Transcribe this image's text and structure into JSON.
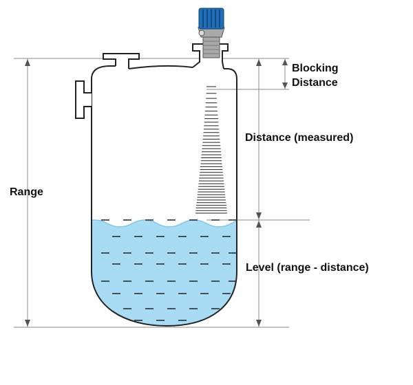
{
  "labels": {
    "range": "Range",
    "blocking_line1": "Blocking",
    "blocking_line2": "Distance",
    "distance": "Distance (measured)",
    "level": "Level (range - distance)"
  },
  "colors": {
    "liquid": "#a8dcf4",
    "liquid_dark": "#7cc7ea",
    "sensor_blue": "#1e6fb8",
    "sensor_grey": "#a9a9a9",
    "outline": "#222222",
    "guide": "#888888"
  },
  "icons": {
    "sensor": "ultrasonic-level-sensor-icon",
    "tank": "storage-tank-icon"
  }
}
